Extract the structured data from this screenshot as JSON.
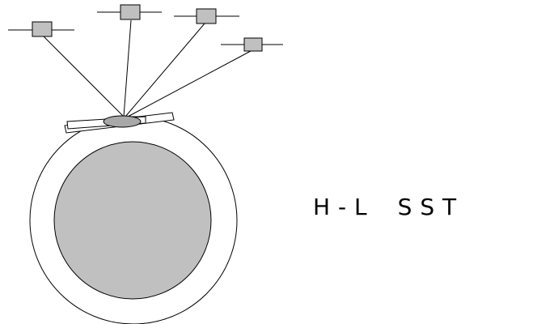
{
  "diagram": {
    "label": "H - L    S S T",
    "colors": {
      "planet_fill": "#c0c0c0",
      "satellite_fill": "#c0c0c0",
      "station_fill": "#c0c0c0",
      "stroke": "#000000",
      "background": "#ffffff"
    },
    "elements": [
      "earth-surface-ring",
      "earth-inner-core",
      "high-altitude-station",
      "four-satellites",
      "communication-links"
    ]
  }
}
